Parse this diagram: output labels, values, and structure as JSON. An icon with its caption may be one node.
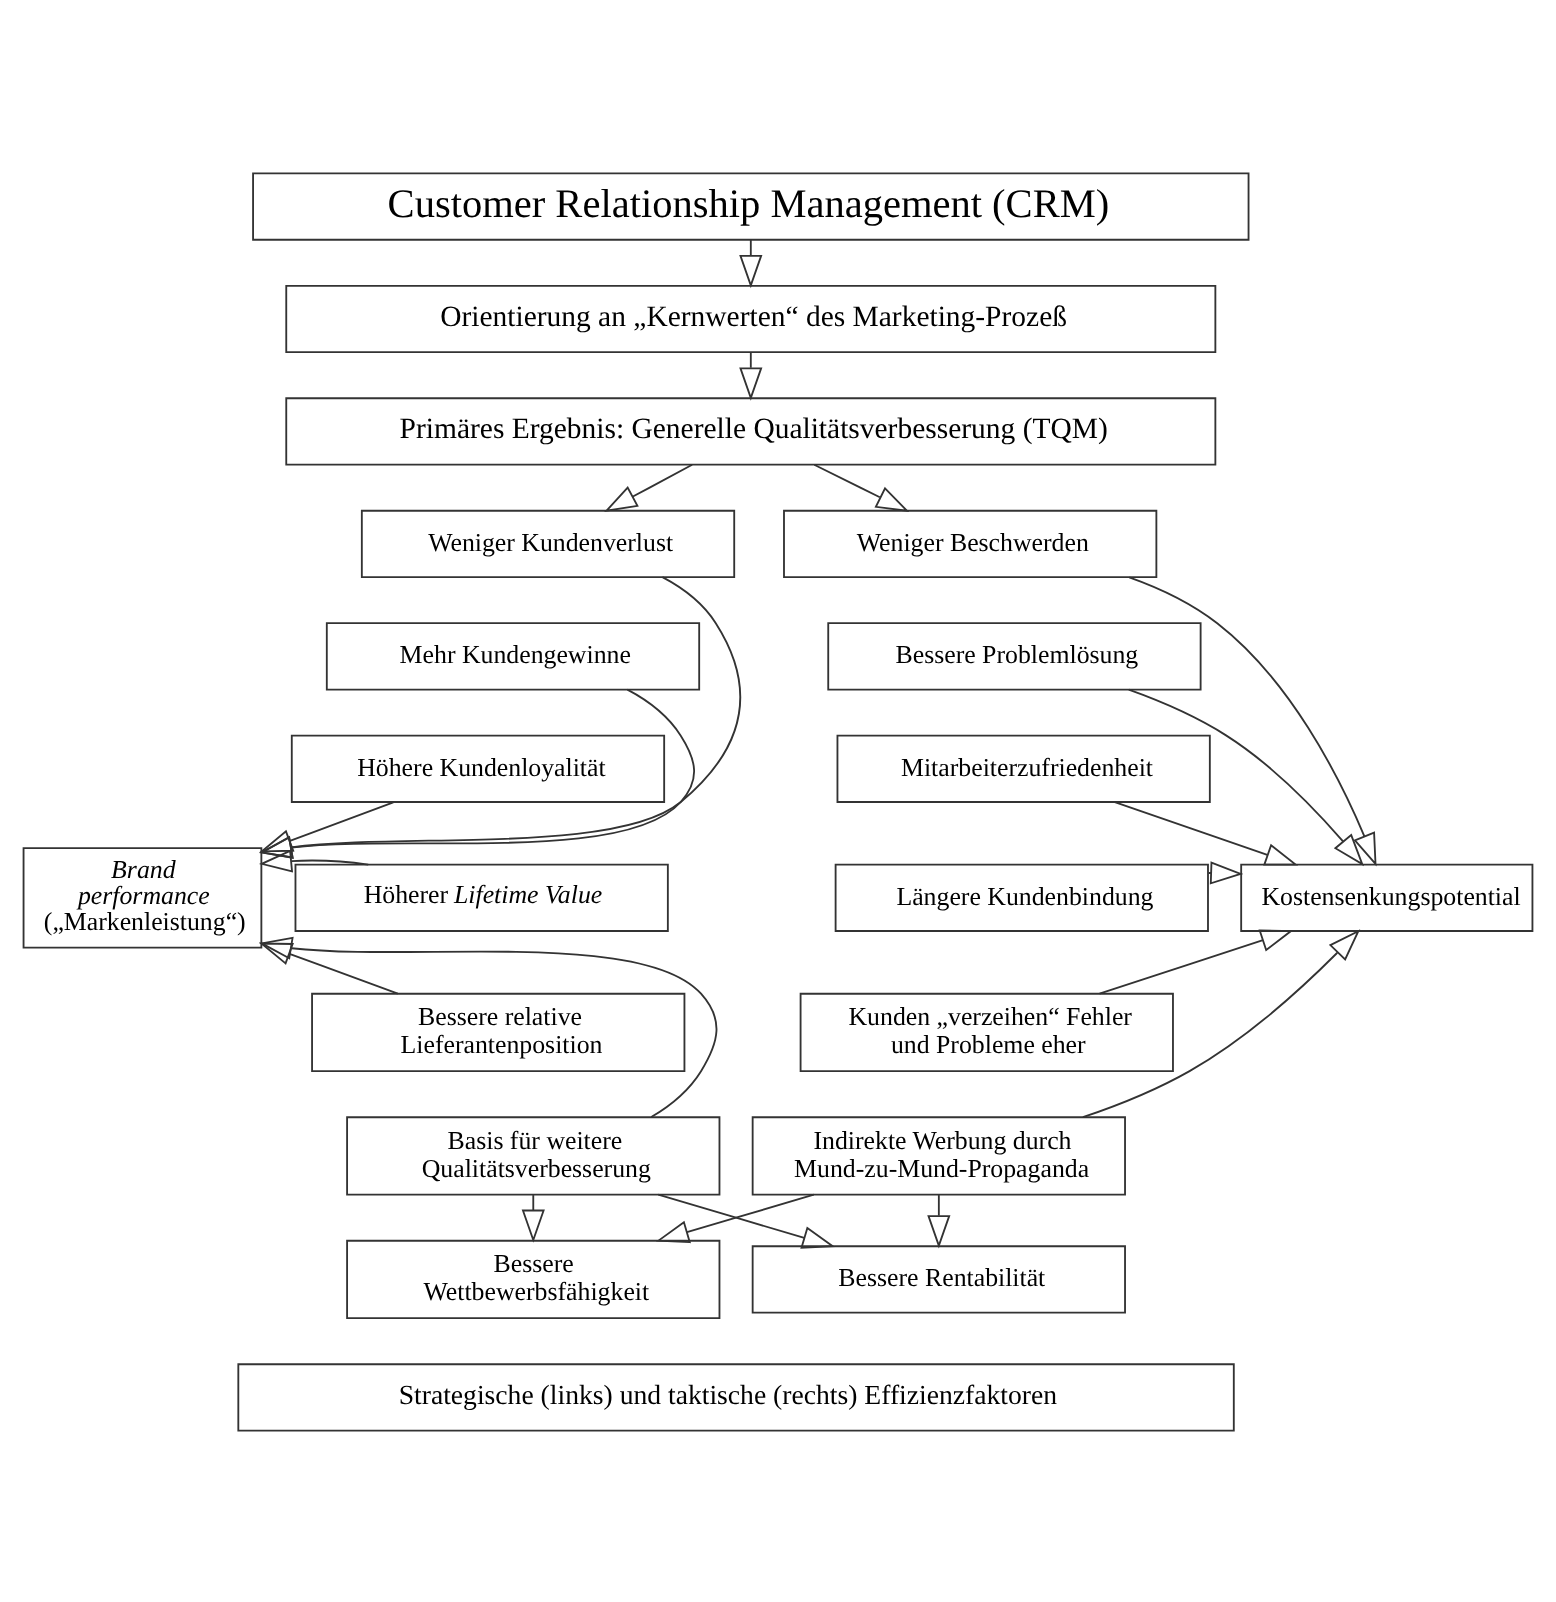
{
  "diagram": {
    "nodes": [
      {
        "text": [
          "Customer Relationship Management (CRM)"
        ]
      },
      {
        "text": [
          "Orientierung an „Kernwerten“ des Marketing-Prozeß"
        ]
      },
      {
        "text": [
          "Primäres Ergebnis: Generelle Qualitätsverbesserung (TQM)"
        ]
      },
      {
        "text": [
          "*Brand performance* („Markenleistung“)"
        ]
      },
      {
        "text": [
          "Kostensenkungspotential"
        ]
      },
      {
        "text": [
          "Weniger Kundenverlust"
        ]
      },
      {
        "text": [
          "Weniger Beschwerden"
        ]
      },
      {
        "text": [
          "Mehr Kundengewinne"
        ]
      },
      {
        "text": [
          "Bessere Problemlösung"
        ]
      },
      {
        "text": [
          "Höhere Kundenloyalität"
        ]
      },
      {
        "text": [
          "Mitarbeiterzufriedenheit"
        ]
      },
      {
        "text": [
          "Höherer *Lifetime Value*"
        ]
      },
      {
        "text": [
          "Längere Kundenbindung"
        ]
      },
      {
        "text": [
          "Bessere relative Lieferantenposition"
        ]
      },
      {
        "text": [
          "Kunden „verzeihen“ Fehler und Probleme eher"
        ]
      },
      {
        "text": [
          "Basis für weitere Qualitätsverbesserung"
        ]
      },
      {
        "text": [
          "Indirekte Werbung durch Mund-zu-Mund-Propaganda"
        ]
      },
      {
        "text": [
          "Bessere Wettbewerbsfähigkeit"
        ]
      },
      {
        "text": [
          "Bessere Rentabilität"
        ]
      },
      {
        "text": [
          "Strategische (links) und taktische (rechts) Effizienzfaktoren"
        ]
      }
    ],
    "edges": [
      {
        "from": 0,
        "to": 1,
        "arrow": "to"
      },
      {
        "from": 1,
        "to": 2,
        "arrow": "to"
      },
      {
        "from": 2,
        "to": 5,
        "arrow": "to"
      },
      {
        "from": 2,
        "to": 6,
        "arrow": "to"
      },
      {
        "from": 5,
        "to": 3,
        "arrow": "to"
      },
      {
        "from": 6,
        "to": 4,
        "arrow": "to"
      },
      {
        "from": 7,
        "to": 3,
        "arrow": "to"
      },
      {
        "from": 8,
        "to": 4,
        "arrow": "to"
      },
      {
        "from": 9,
        "to": 3,
        "arrow": "to"
      },
      {
        "from": 10,
        "to": 4,
        "arrow": "to"
      },
      {
        "from": 11,
        "to": 3,
        "arrow": "to"
      },
      {
        "from": 12,
        "to": 4,
        "arrow": "to"
      },
      {
        "from": 13,
        "to": 3,
        "arrow": "to"
      },
      {
        "from": 14,
        "to": 4,
        "arrow": "to"
      },
      {
        "from": 15,
        "to": 3,
        "arrow": "to"
      },
      {
        "from": 16,
        "to": 4,
        "arrow": "to"
      },
      {
        "from": 15,
        "to": 17,
        "arrow": "to"
      },
      {
        "from": 15,
        "to": 18,
        "arrow": "to"
      },
      {
        "from": 16,
        "to": 17,
        "arrow": "to"
      },
      {
        "from": 16,
        "to": 18,
        "arrow": "to"
      }
    ]
  }
}
